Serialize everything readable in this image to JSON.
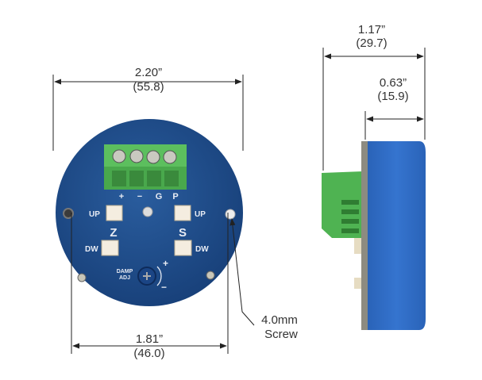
{
  "front_view": {
    "width_dim": {
      "inches": "2.20”",
      "mm": "(55.8)"
    },
    "hole_spacing_dim": {
      "inches": "1.81”",
      "mm": "(46.0)"
    },
    "screw_callout": {
      "line1": "4.0mm",
      "line2": "Screw"
    },
    "terminal_labels": [
      "+",
      "−",
      "G",
      "P"
    ],
    "zero_label": "Z",
    "span_label": "S",
    "up_label": "UP",
    "down_label": "DW",
    "damp_label_1": "DAMP",
    "damp_label_2": "ADJ",
    "plus_sign": "+",
    "minus_sign": "−"
  },
  "side_view": {
    "depth_dim": {
      "inches": "1.17”",
      "mm": "(29.7)"
    },
    "body_dim": {
      "inches": "0.63”",
      "mm": "(15.9)"
    }
  },
  "colors": {
    "pcb_blue": "#1f4f8f",
    "housing_blue": "#2f6cc4",
    "terminal_green": "#4caf50",
    "line": "#222222"
  }
}
